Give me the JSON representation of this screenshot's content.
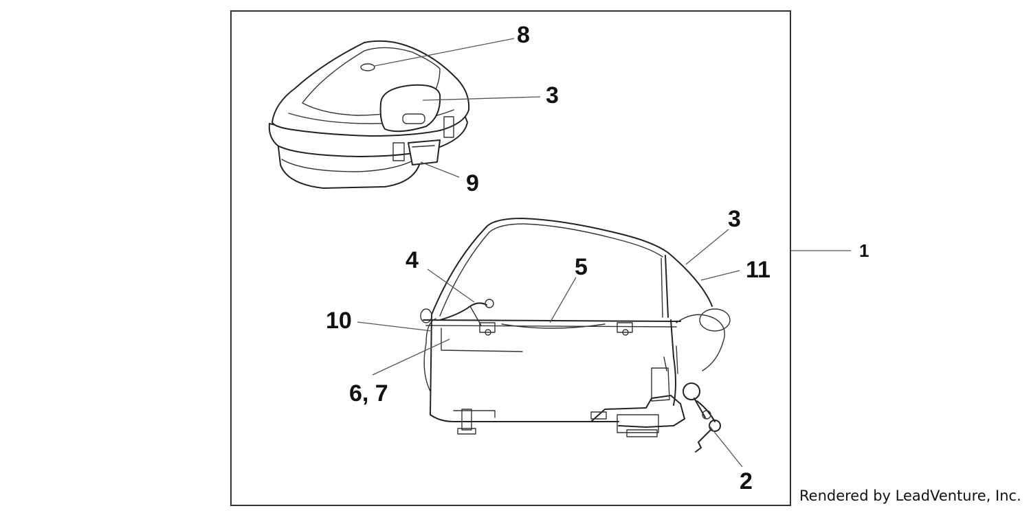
{
  "callouts": {
    "c1": "1",
    "c2": "2",
    "c3_top": "3",
    "c3_bottom": "3",
    "c4": "4",
    "c5": "5",
    "c6_7": "6, 7",
    "c8": "8",
    "c9": "9",
    "c10": "10",
    "c11": "11"
  },
  "watermark": "Rendered by LeadVenture, Inc."
}
